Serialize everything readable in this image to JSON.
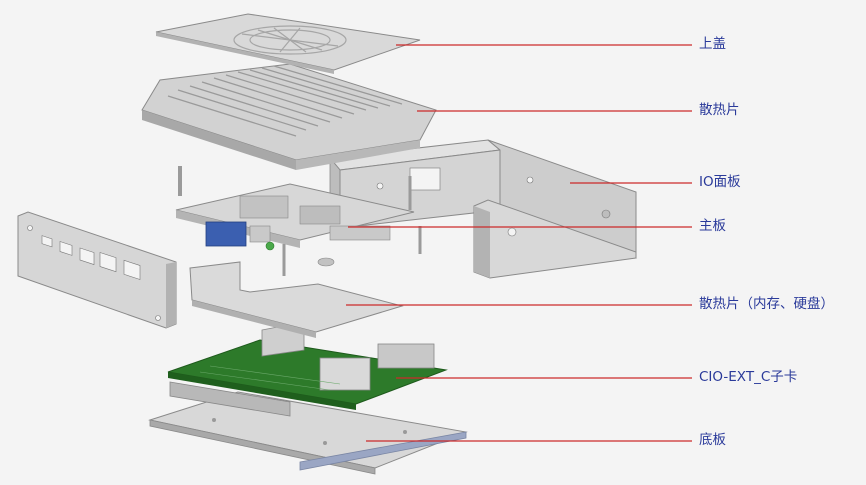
{
  "diagram": {
    "title": "",
    "colors": {
      "leader_line": "#cc2a2a",
      "label_text": "#2a3a9a",
      "metal_light": "#dcdcdc",
      "metal_mid": "#c4c4c4",
      "metal_dark": "#9a9a9a",
      "pcb_green": "#2d7a2a",
      "connector_blue": "#3b5fb0"
    },
    "labels": [
      {
        "id": "top-cover",
        "text": "上盖"
      },
      {
        "id": "heatsink",
        "text": "散热片"
      },
      {
        "id": "io-panel",
        "text": "IO面板"
      },
      {
        "id": "motherboard",
        "text": "主板"
      },
      {
        "id": "heatsink-memory-disk",
        "text": "散热片（内存、硬盘）"
      },
      {
        "id": "cio-ext-c-card",
        "text": "CIO-EXT_C子卡"
      },
      {
        "id": "bottom-plate",
        "text": "底板"
      }
    ]
  }
}
